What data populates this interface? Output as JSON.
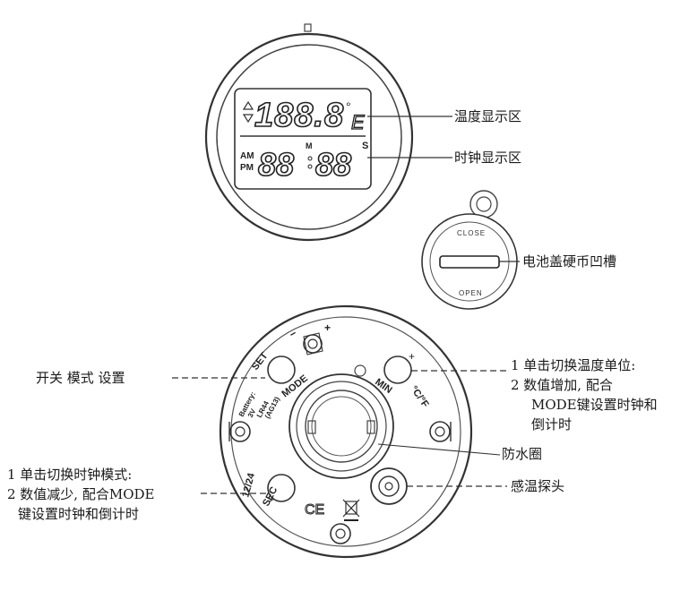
{
  "display": {
    "temp_digits": "188.8",
    "temp_unit": "°",
    "temp_unit_letter": "E",
    "am": "AM",
    "pm": "PM",
    "clock_left": "88",
    "clock_right": "88",
    "minute_mark": "M",
    "second_mark": "S"
  },
  "battery_cover": {
    "close_text": "CLOSE",
    "open_text": "OPEN"
  },
  "back": {
    "set": "SET",
    "mode": "MODE",
    "min": "MIN",
    "cf": "°C/°F",
    "sec": "SEC",
    "h1224": "12/24",
    "minus": "−",
    "plus": "+",
    "battery_lines": [
      "Battery:",
      "3V",
      "LR44",
      "(AG13)"
    ],
    "ce": "CE"
  },
  "labels": {
    "temp_area": "温度显示区",
    "clock_area": "时钟显示区",
    "coin_slot": "电池盖硬币凹槽",
    "switch_mode_set": "开关 模式 设置",
    "cf_lines": [
      "1 单击切换温度单位:",
      "2 数值增加, 配合",
      "MODE键设置时钟和",
      "倒计时"
    ],
    "waterproof_ring": "防水圈",
    "sensor_probe": "感温探头",
    "h1224_lines": [
      "1 单击切换时钟模式:",
      "2 数值减少, 配合MODE",
      "键设置时钟和倒计时"
    ]
  }
}
